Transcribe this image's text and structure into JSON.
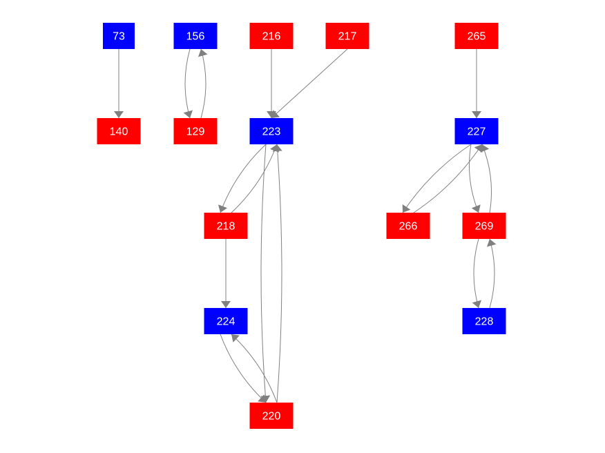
{
  "colors": {
    "blue": "#0000ff",
    "red": "#ff0000",
    "edge": "#808080"
  },
  "nodes": [
    {
      "id": "73",
      "color": "blue"
    },
    {
      "id": "156",
      "color": "blue"
    },
    {
      "id": "216",
      "color": "red"
    },
    {
      "id": "217",
      "color": "red"
    },
    {
      "id": "265",
      "color": "red"
    },
    {
      "id": "140",
      "color": "red"
    },
    {
      "id": "129",
      "color": "red"
    },
    {
      "id": "223",
      "color": "blue"
    },
    {
      "id": "227",
      "color": "blue"
    },
    {
      "id": "218",
      "color": "red"
    },
    {
      "id": "266",
      "color": "red"
    },
    {
      "id": "269",
      "color": "red"
    },
    {
      "id": "224",
      "color": "blue"
    },
    {
      "id": "228",
      "color": "blue"
    },
    {
      "id": "220",
      "color": "red"
    }
  ],
  "edges": [
    {
      "from": "73",
      "to": "140"
    },
    {
      "from": "156",
      "to": "129"
    },
    {
      "from": "129",
      "to": "156"
    },
    {
      "from": "216",
      "to": "223"
    },
    {
      "from": "217",
      "to": "223"
    },
    {
      "from": "265",
      "to": "227"
    },
    {
      "from": "223",
      "to": "218"
    },
    {
      "from": "218",
      "to": "223"
    },
    {
      "from": "218",
      "to": "224"
    },
    {
      "from": "224",
      "to": "220"
    },
    {
      "from": "220",
      "to": "224"
    },
    {
      "from": "223",
      "to": "220"
    },
    {
      "from": "220",
      "to": "223"
    },
    {
      "from": "227",
      "to": "266"
    },
    {
      "from": "266",
      "to": "227"
    },
    {
      "from": "227",
      "to": "269"
    },
    {
      "from": "269",
      "to": "227"
    },
    {
      "from": "269",
      "to": "228"
    },
    {
      "from": "228",
      "to": "269"
    }
  ]
}
